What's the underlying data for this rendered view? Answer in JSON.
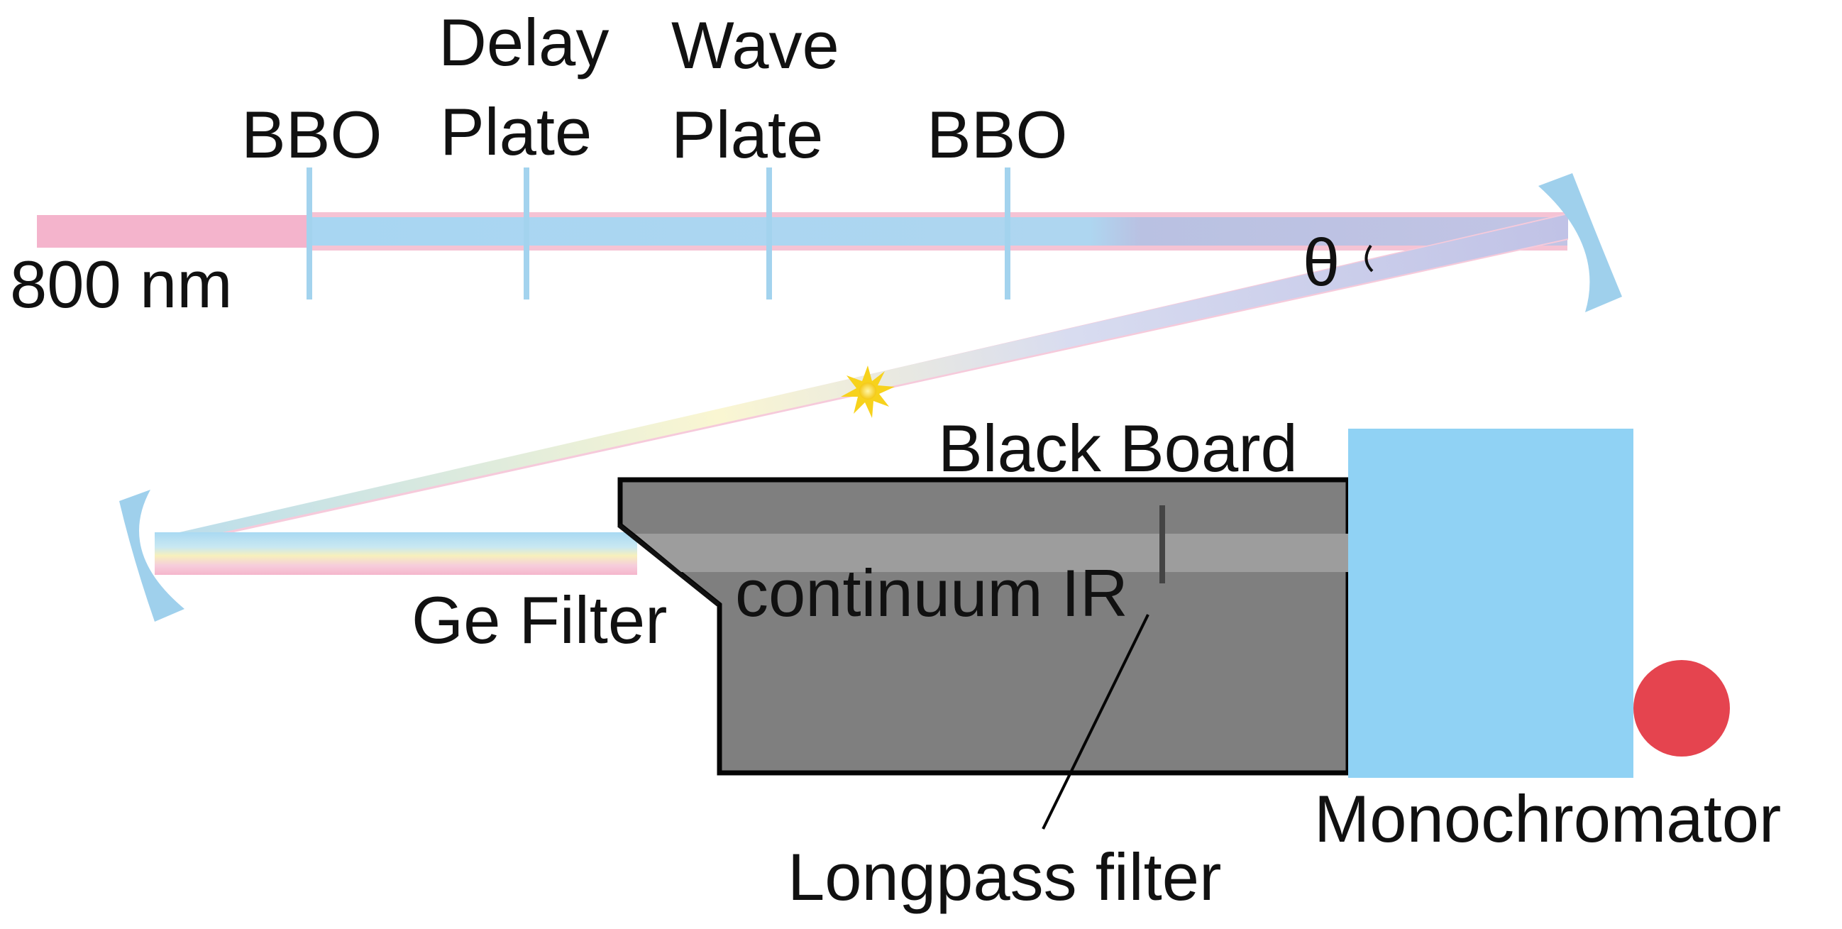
{
  "labels": {
    "laser": "800 nm",
    "bbo_1": "BBO",
    "delay_plate_line1": "Delay",
    "delay_plate_line2": "Plate",
    "wave_plate_line1": "Wave",
    "wave_plate_line2": "Plate",
    "bbo_2": "BBO",
    "angle": "θ",
    "black_board": "Black Board",
    "continuum_ir": "continuum IR",
    "ge_filter": "Ge Filter",
    "longpass_filter": "Longpass filter",
    "monochromator": "Monochromator"
  },
  "colors": {
    "beam_800nm": "#f4b4cc",
    "beam_blue": "#a8d5f0",
    "optic_element": "#a3d3ee",
    "mirror": "#9fd0ec",
    "board_fill": "#7f7f7f",
    "board_band": "#9d9d9d",
    "monochromator": "#90d2f4",
    "detector": "#e5444f",
    "plasma_spark": "#f7d21c"
  },
  "icons": {
    "mirrors": "concave-mirror",
    "spark": "plasma-spark",
    "detector": "detector-circle"
  }
}
